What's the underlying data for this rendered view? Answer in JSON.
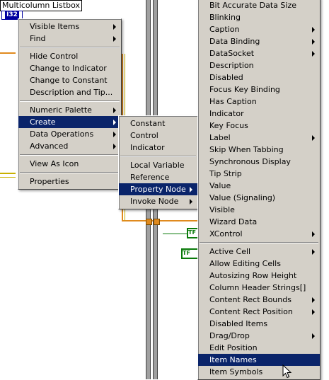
{
  "diagram": {
    "control_label": "Multicolumn Listbox",
    "terminal_label": "I32",
    "green_terminal_label": "TF"
  },
  "menu_main": {
    "items": [
      {
        "label": "Visible Items",
        "submenu": true
      },
      {
        "label": "Find",
        "submenu": true
      },
      {
        "sep": true
      },
      {
        "label": "Hide Control"
      },
      {
        "label": "Change to Indicator"
      },
      {
        "label": "Change to Constant"
      },
      {
        "label": "Description and Tip..."
      },
      {
        "sep": true
      },
      {
        "label": "Numeric Palette",
        "submenu": true
      },
      {
        "label": "Create",
        "submenu": true,
        "selected": true
      },
      {
        "label": "Data Operations",
        "submenu": true
      },
      {
        "label": "Advanced",
        "submenu": true
      },
      {
        "sep": true
      },
      {
        "label": "View As Icon"
      },
      {
        "sep": true
      },
      {
        "label": "Properties"
      }
    ]
  },
  "menu_create": {
    "items": [
      {
        "label": "Constant"
      },
      {
        "label": "Control"
      },
      {
        "label": "Indicator"
      },
      {
        "sep": true
      },
      {
        "label": "Local Variable"
      },
      {
        "label": "Reference"
      },
      {
        "label": "Property Node",
        "submenu": true,
        "selected": true
      },
      {
        "label": "Invoke Node",
        "submenu": true
      }
    ]
  },
  "menu_property": {
    "items": [
      {
        "label": "Bit Accurate Data Size"
      },
      {
        "label": "Blinking"
      },
      {
        "label": "Caption",
        "submenu": true
      },
      {
        "label": "Data Binding",
        "submenu": true
      },
      {
        "label": "DataSocket",
        "submenu": true
      },
      {
        "label": "Description"
      },
      {
        "label": "Disabled"
      },
      {
        "label": "Focus Key Binding"
      },
      {
        "label": "Has Caption"
      },
      {
        "label": "Indicator"
      },
      {
        "label": "Key Focus"
      },
      {
        "label": "Label",
        "submenu": true
      },
      {
        "label": "Skip When Tabbing"
      },
      {
        "label": "Synchronous Display"
      },
      {
        "label": "Tip Strip"
      },
      {
        "label": "Value"
      },
      {
        "label": "Value (Signaling)"
      },
      {
        "label": "Visible"
      },
      {
        "label": "Wizard Data"
      },
      {
        "label": "XControl",
        "submenu": true
      },
      {
        "sep": true
      },
      {
        "label": "Active Cell",
        "submenu": true
      },
      {
        "label": "Allow Editing Cells"
      },
      {
        "label": "Autosizing Row Height"
      },
      {
        "label": "Column Header Strings[]"
      },
      {
        "label": "Content Rect Bounds",
        "submenu": true
      },
      {
        "label": "Content Rect Position",
        "submenu": true
      },
      {
        "label": "Disabled Items"
      },
      {
        "label": "Drag/Drop",
        "submenu": true
      },
      {
        "label": "Edit Position"
      },
      {
        "label": "Item Names",
        "selected": true
      },
      {
        "label": "Item Symbols"
      }
    ]
  }
}
